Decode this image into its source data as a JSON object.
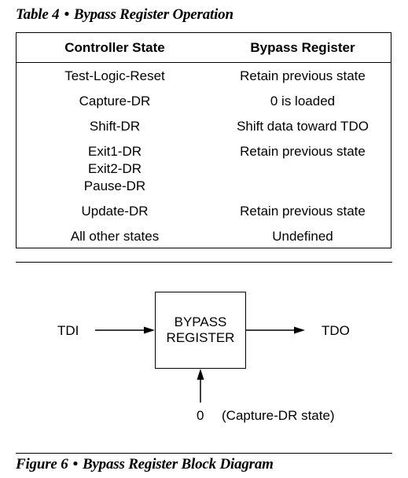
{
  "table_caption": {
    "number": "Table 4",
    "separator": "•",
    "title": "Bypass Register Operation"
  },
  "table": {
    "headers": [
      "Controller State",
      "Bypass Register"
    ],
    "rows": [
      {
        "state": [
          "Test-Logic-Reset"
        ],
        "bypass": [
          "Retain previous state"
        ]
      },
      {
        "state": [
          "Capture-DR"
        ],
        "bypass": [
          "0 is loaded"
        ]
      },
      {
        "state": [
          "Shift-DR"
        ],
        "bypass": [
          "Shift data toward TDO"
        ]
      },
      {
        "state": [
          "Exit1-DR",
          "Exit2-DR",
          "Pause-DR"
        ],
        "bypass": [
          "Retain previous state"
        ]
      },
      {
        "state": [
          "Update-DR"
        ],
        "bypass": [
          "Retain previous state"
        ]
      },
      {
        "state": [
          "All other states"
        ],
        "bypass": [
          "Undefined"
        ]
      }
    ]
  },
  "diagram": {
    "input_label": "TDI",
    "output_label": "TDO",
    "box_label": [
      "BYPASS",
      "REGISTER"
    ],
    "load_value": "0",
    "load_note": "(Capture-DR state)"
  },
  "figure_caption": {
    "number": "Figure 6",
    "separator": "•",
    "title": "Bypass Register Block Diagram"
  }
}
